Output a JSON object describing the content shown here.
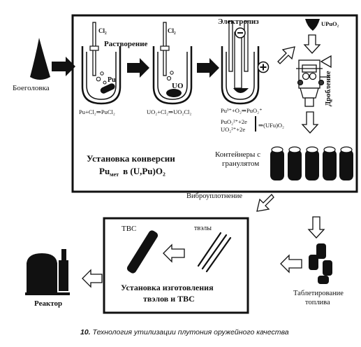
{
  "warhead": "Боеголовка",
  "stages": {
    "dissolution": "Растворение",
    "electrolysis": "Электролиз",
    "crushing": "Дробление",
    "vibro": "Виброуплотнение",
    "tableting_line1": "Таблетирование",
    "tableting_line2": "топлива"
  },
  "chemicals": {
    "cl2_a": "Cl₂",
    "cl2_b": "Cl₂",
    "pu": "Pu",
    "uo": "UO",
    "upuo2": "UPuO₂"
  },
  "equations": {
    "eq1": "Pu+Cl₂⇒PuCl₂",
    "eq2": "UO₂+Cl₂⇒UO₂Cl₂",
    "eq3": "Pu³⁺+O₂⇒PuO₂⁺",
    "eq4a": "PuO₂²⁺+2e",
    "eq4b": "UO₂²⁺+2e",
    "eq4c": "⇒(UFu)O₂"
  },
  "conversion": {
    "title_line1": "Установка конверсии",
    "line2_a": "Pu",
    "line2_sub": "мет",
    "line2_b": "в (U,Pu)O₂"
  },
  "containers_line1": "Контейнеры с",
  "containers_line2": "гранулятом",
  "fab": {
    "tvs": "ТВС",
    "tvels": "твэлы",
    "title_line1": "Установка изготовления",
    "title_line2": "твэлов и ТВС"
  },
  "reactor": "Реактор",
  "caption_num": "10.",
  "caption_text": "Технология утилизации плутония оружейного качества"
}
